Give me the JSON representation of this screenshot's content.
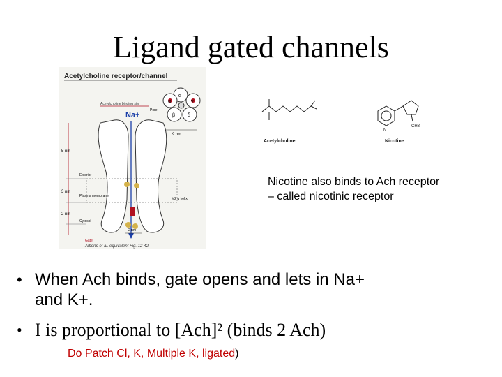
{
  "slide": {
    "title": "Ligand gated channels",
    "note_line1": "Nicotine also binds to Ach receptor",
    "note_line2": "– called nicotinic receptor",
    "bullets": [
      {
        "text_line1": "When Ach binds, gate opens and lets in Na+",
        "text_line2": "and K+."
      },
      {
        "text": "I is proportional to [Ach]² (binds 2 Ach)"
      }
    ],
    "footer": {
      "text": "Do Patch Cl, K, Multiple K, ligated",
      "close_paren": ")"
    }
  },
  "receptor_figure": {
    "heading": "Acetylcholine receptor/channel",
    "binding_site_label": "Acetylcholine binding site",
    "pore_label": "Pore",
    "ion_label": "Na+",
    "width_label": "9 nm",
    "scale_labels": [
      "5 nm",
      "3 nm",
      "2 nm"
    ],
    "region_labels": [
      "Exterior",
      "Plasma membrane",
      "Cytosol",
      "Gate"
    ],
    "helix_label": "M2 α helix",
    "bottom_width_label": "2 nm",
    "subunit_labels": [
      "α",
      "γ",
      "δ",
      "β",
      "α"
    ],
    "credit": "Alberts et al. equivalent  Fig. 12-42"
  },
  "molecules": {
    "acetylcholine_label": "Acetylcholine",
    "nicotine_label": "Nicotine",
    "methyl_label": "CH3",
    "nitrogen_label": "N"
  },
  "colors": {
    "footer_red": "#c00000",
    "receptor_blue": "#1a3ea8",
    "binding_red": "#b01020",
    "membrane_gold": "#d4b24a"
  }
}
